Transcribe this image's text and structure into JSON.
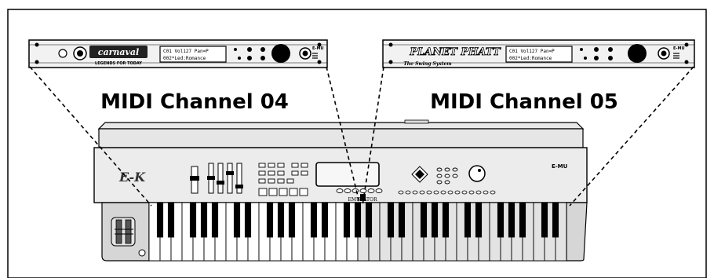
{
  "left_module": {
    "logo_text": "carnaval",
    "logo_sub": "LEGENDS FOR TODAY",
    "display_line1": "C01 Vol127 Pan=P",
    "display_line2": "002*Led:Romance",
    "badge": "E-MU",
    "channel_label": "MIDI Channel 04"
  },
  "right_module": {
    "logo_text": "PLANET PHATT",
    "logo_sub": "The Swing System",
    "display_line1": "C01 Vol127 Pan=P",
    "display_line2": "002*Led:Romance",
    "badge": "E-MU",
    "channel_label": "MIDI Channel 05"
  },
  "keyboard": {
    "brand_logo": "E-K",
    "model_badge": "E-MU",
    "name_plate": "EMULATOR"
  }
}
